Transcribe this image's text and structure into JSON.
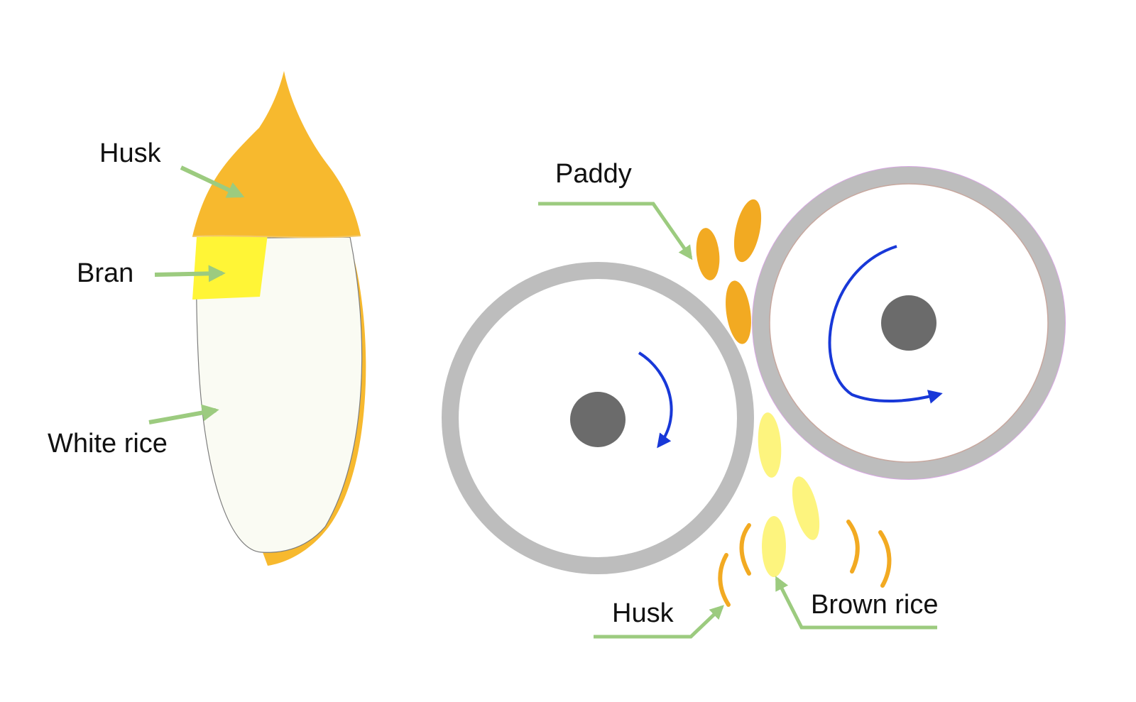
{
  "grain": {
    "labels": {
      "husk": "Husk",
      "bran": "Bran",
      "white_rice": "White rice"
    }
  },
  "huller": {
    "labels": {
      "paddy": "Paddy",
      "husk": "Husk",
      "brown_rice": "Brown rice"
    }
  },
  "colors": {
    "husk": "#F7B92E",
    "paddy": "#F2AA22",
    "bran": "#FFF536",
    "white_rice": "#FAFBF3",
    "brown_rice": "#FDF47E",
    "roller_ring": "#BDBDBD",
    "roller_hub": "#6B6B6B",
    "rotation_arrow": "#1838D8",
    "pointer": "#9CCB7F"
  }
}
